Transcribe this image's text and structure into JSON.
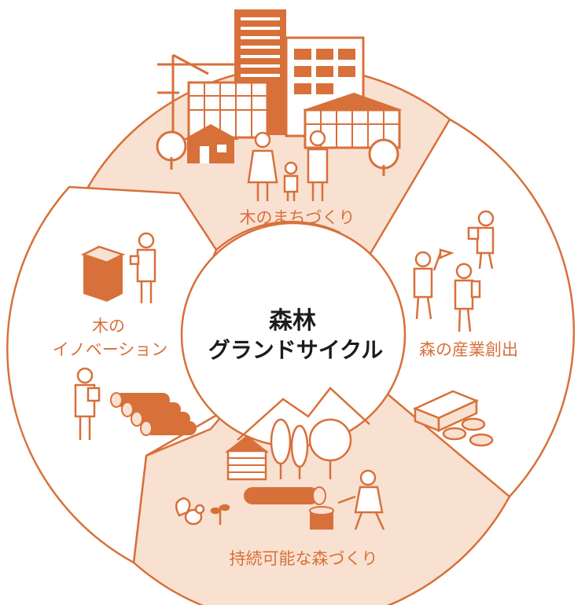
{
  "colors": {
    "accent": "#d8703a",
    "fill_light": "#f9e1d1",
    "fill_mid": "#e9a06f",
    "ink": "#1c1c1c",
    "paper": "#ffffff"
  },
  "center": {
    "title_line1": "森林",
    "title_line2": "グランドサイクル"
  },
  "segments": {
    "town": {
      "label": "木のまちづくり"
    },
    "industry": {
      "label": "森の産業創出"
    },
    "forest": {
      "label": "持続可能な森づくり"
    },
    "innovation": {
      "label_line1": "木の",
      "label_line2": "イノベーション"
    }
  },
  "icons": [
    "crane-icon",
    "office-building-icon",
    "apartment-building-icon",
    "wooden-house-icon",
    "tree-icon",
    "family-icon",
    "hiker-with-flag-icon",
    "hiker-with-backpack-icon",
    "presenter-icon",
    "money-stack-icon",
    "coins-icon",
    "log-cabin-icon",
    "forest-trees-icon",
    "mountain-icon",
    "cut-log-icon",
    "stump-icon",
    "lumberjack-icon",
    "squirrel-icon",
    "seedling-icon",
    "lumber-stack-icon",
    "wood-block-icon",
    "researcher-icon",
    "businessman-icon"
  ]
}
